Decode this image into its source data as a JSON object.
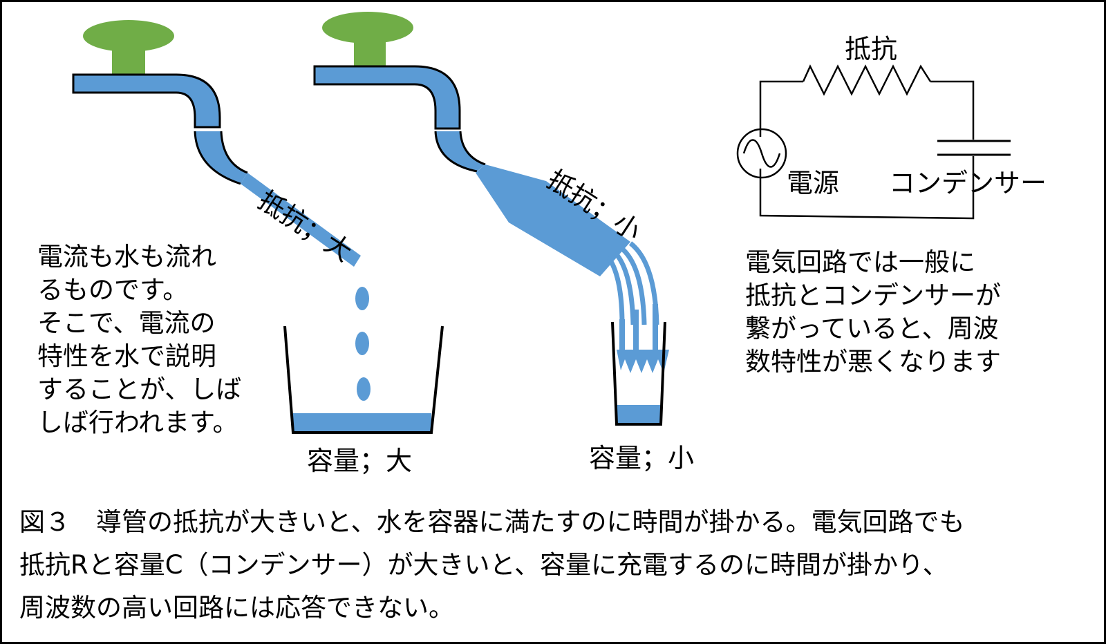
{
  "colors": {
    "water": "#5b9bd5",
    "handle": "#70ad47",
    "outline": "#000000",
    "background": "#ffffff"
  },
  "left_faucet": {
    "pipe_label": "抵抗；大",
    "container_label": "容量；大"
  },
  "right_faucet": {
    "pipe_label": "抵抗；小",
    "container_label": "容量；小"
  },
  "circuit": {
    "resistor_label": "抵抗",
    "source_label": "電源",
    "capacitor_label": "コンデンサー",
    "source_icon": "ac-source-icon"
  },
  "left_text": "電流も水も流れ\nるものです。\nそこで、電流の\n特性を水で説明\nすることが、しば\nしば行われます。",
  "right_text": "電気回路では一般に\n抵抗とコンデンサーが\n繋がっていると、周波\n数特性が悪くなります",
  "caption": {
    "line1": "図３　導管の抵抗が大きいと、水を容器に満たすのに時間が掛かる。電気回路でも",
    "line2": "抵抗Rと容量C（コンデンサー）が大きいと、容量に充電するのに時間が掛かり、",
    "line3": "周波数の高い回路には応答できない。"
  }
}
